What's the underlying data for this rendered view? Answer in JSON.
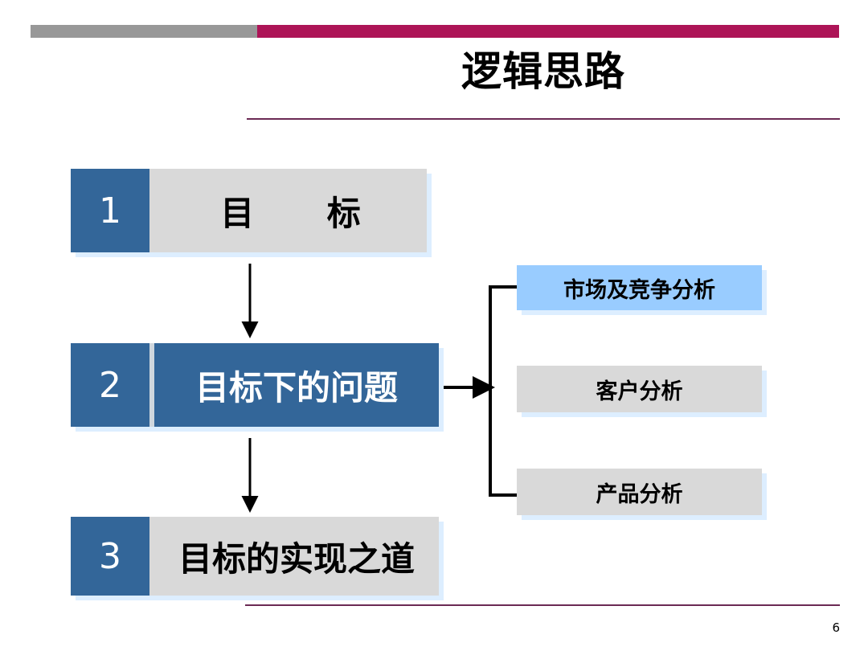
{
  "slide": {
    "title": "逻辑思路",
    "page_number": "6",
    "colors": {
      "accent_blue": "#336699",
      "light_blue": "#99ccff",
      "gray_box": "#d9d9d9",
      "crimson_bar": "#ad1457",
      "gray_bar": "#989898",
      "rule_purple": "#6b2a54",
      "shadow_blue": "#ddeeff"
    }
  },
  "steps": [
    {
      "number": "1",
      "label": "目 标",
      "body_style": "gray"
    },
    {
      "number": "2",
      "label": "目标下的问题",
      "body_style": "blue"
    },
    {
      "number": "3",
      "label": "目标的实现之道",
      "body_style": "gray"
    }
  ],
  "branches": [
    {
      "label": "市场及竞争分析",
      "style": "lightblue"
    },
    {
      "label": "客户分析",
      "style": "gray"
    },
    {
      "label": "产品分析",
      "style": "gray"
    }
  ],
  "connectors": {
    "arrow_1_to_2": "down-arrow",
    "arrow_2_to_3": "down-arrow",
    "arrow_2_to_branches": "right-arrow-bracket"
  }
}
